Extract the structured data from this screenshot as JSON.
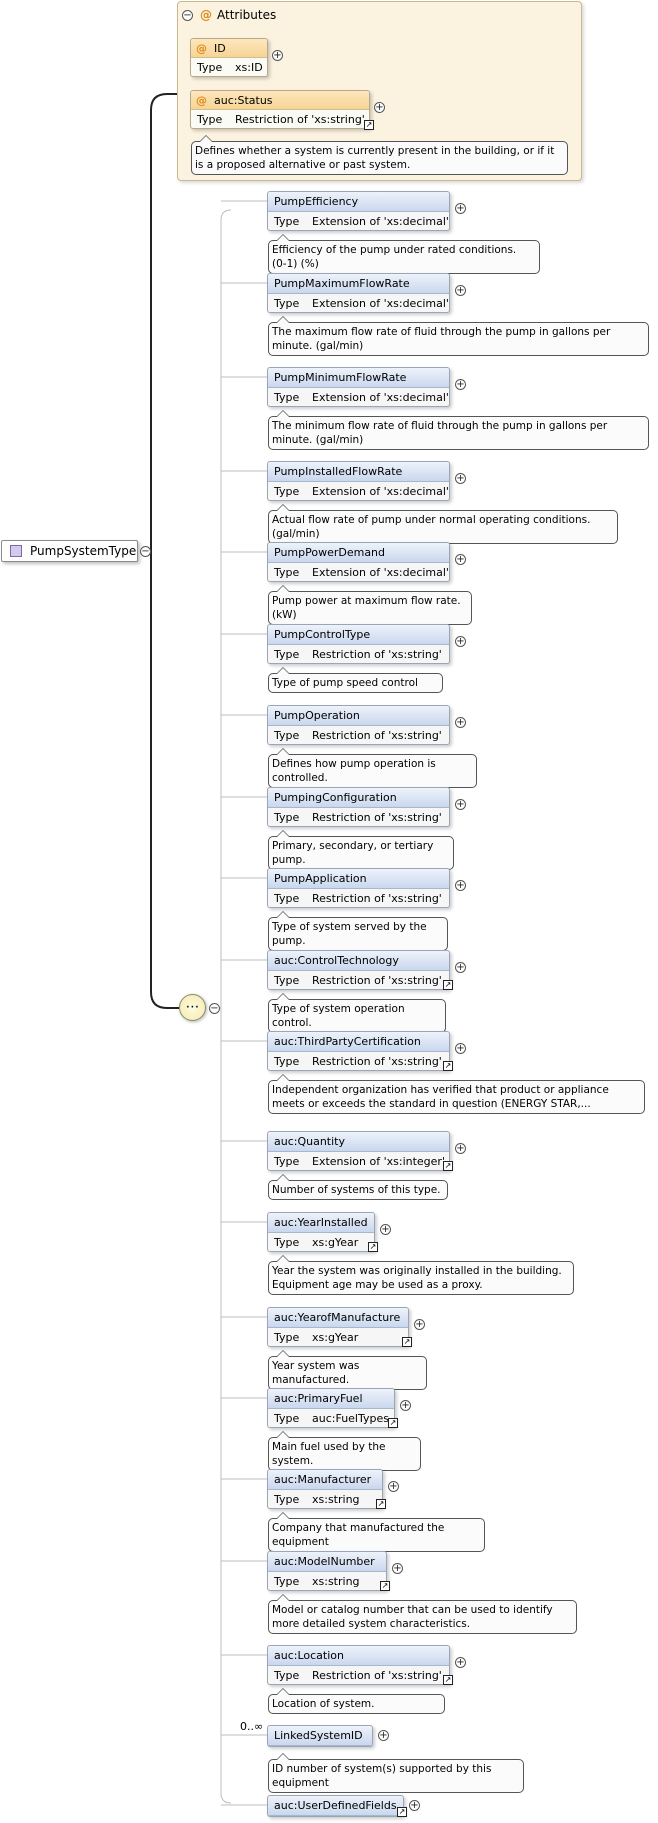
{
  "root": {
    "label": "PumpSystemType",
    "icon": "complex-type-icon"
  },
  "attributes": {
    "title": "Attributes",
    "items": [
      {
        "name": "ID",
        "type_label": "Type",
        "type": "xs:ID",
        "link": false
      },
      {
        "name": "auc:Status",
        "type_label": "Type",
        "type": "Restriction of 'xs:string'",
        "link": true,
        "doc": "Defines whether a system is currently present in the building, or if it is a proposed alternative or past system."
      }
    ]
  },
  "elements": [
    {
      "name": "PumpEfficiency",
      "type_label": "Type",
      "type": "Extension of 'xs:decimal'",
      "link": false,
      "doc": "Efficiency of the pump under rated conditions. (0-1) (%)"
    },
    {
      "name": "PumpMaximumFlowRate",
      "type_label": "Type",
      "type": "Extension of 'xs:decimal'",
      "link": false,
      "doc": "The maximum flow rate of fluid through the pump in gallons per minute. (gal/min)"
    },
    {
      "name": "PumpMinimumFlowRate",
      "type_label": "Type",
      "type": "Extension of 'xs:decimal'",
      "link": false,
      "doc": "The minimum flow rate of fluid through the pump in gallons per minute. (gal/min)"
    },
    {
      "name": "PumpInstalledFlowRate",
      "type_label": "Type",
      "type": "Extension of 'xs:decimal'",
      "link": false,
      "doc": "Actual flow rate of pump under normal operating conditions. (gal/min)"
    },
    {
      "name": "PumpPowerDemand",
      "type_label": "Type",
      "type": "Extension of 'xs:decimal'",
      "link": false,
      "doc": "Pump power at maximum flow rate. (kW)"
    },
    {
      "name": "PumpControlType",
      "type_label": "Type",
      "type": "Restriction of 'xs:string'",
      "link": false,
      "doc": "Type of pump speed control"
    },
    {
      "name": "PumpOperation",
      "type_label": "Type",
      "type": "Restriction of 'xs:string'",
      "link": false,
      "doc": "Defines how pump operation is controlled."
    },
    {
      "name": "PumpingConfiguration",
      "type_label": "Type",
      "type": "Restriction of 'xs:string'",
      "link": false,
      "doc": "Primary, secondary, or tertiary pump."
    },
    {
      "name": "PumpApplication",
      "type_label": "Type",
      "type": "Restriction of 'xs:string'",
      "link": false,
      "doc": "Type of system served by the pump."
    },
    {
      "name": "auc:ControlTechnology",
      "type_label": "Type",
      "type": "Restriction of 'xs:string'",
      "link": true,
      "doc": "Type of system operation control."
    },
    {
      "name": "auc:ThirdPartyCertification",
      "type_label": "Type",
      "type": "Restriction of 'xs:string'",
      "link": true,
      "doc": "Independent organization has verified that product or appliance meets or exceeds the standard in question (ENERGY STAR,..."
    },
    {
      "name": "auc:Quantity",
      "type_label": "Type",
      "type": "Extension of 'xs:integer'",
      "link": true,
      "doc": "Number of systems of this type."
    },
    {
      "name": "auc:YearInstalled",
      "type_label": "Type",
      "type": "xs:gYear",
      "link": true,
      "doc": "Year the system was originally installed in the building. Equipment age may be used as a proxy."
    },
    {
      "name": "auc:YearofManufacture",
      "type_label": "Type",
      "type": "xs:gYear",
      "link": true,
      "doc": "Year system was manufactured."
    },
    {
      "name": "auc:PrimaryFuel",
      "type_label": "Type",
      "type": "auc:FuelTypes",
      "link": true,
      "doc": "Main fuel used by the system."
    },
    {
      "name": "auc:Manufacturer",
      "type_label": "Type",
      "type": "xs:string",
      "link": true,
      "doc": "Company that manufactured the equipment"
    },
    {
      "name": "auc:ModelNumber",
      "type_label": "Type",
      "type": "xs:string",
      "link": true,
      "doc": "Model or catalog number that can be used to identify more detailed system characteristics."
    },
    {
      "name": "auc:Location",
      "type_label": "Type",
      "type": "Restriction of 'xs:string'",
      "link": true,
      "doc": "Location of system."
    },
    {
      "name": "LinkedSystemID",
      "occurrence": "0..∞",
      "link": false,
      "doc": "ID number of system(s) supported by this equipment"
    },
    {
      "name": "auc:UserDefinedFields",
      "link": true
    }
  ],
  "symbols": {
    "plus": "+",
    "minus": "−",
    "link": "↗",
    "at": "@",
    "sequence": "⋯"
  }
}
